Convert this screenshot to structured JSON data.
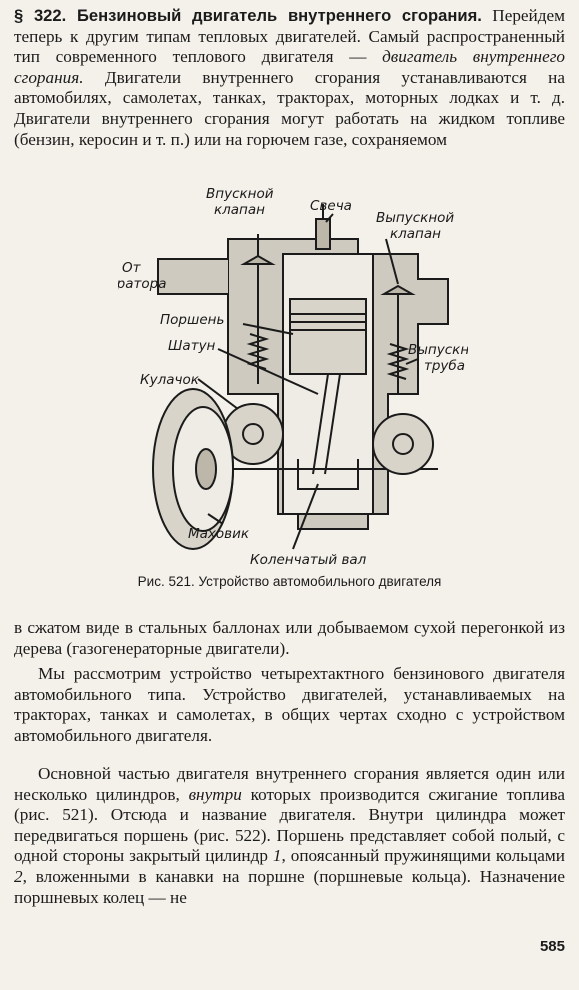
{
  "section": {
    "heading": "§ 322. Бензиновый двигатель внутреннего сгорания.",
    "text_a": " Перейдем теперь к другим типам тепловых двигателей. Самый распространенный тип современного теплового двигателя — ",
    "text_em": "двигатель внутреннего сгорания.",
    "text_b": " Двигатели внутреннего сгорания устанавливаются на автомобилях, самолетах, танках, тракторах, моторных лодках и т. д. Двигатели внутреннего сгорания могут работать на жидком топливе (бензин, керосин и т. п.) или на горючем газе, сохраняемом"
  },
  "figure": {
    "labels": {
      "intake_valve_1": "Впускной",
      "intake_valve_2": "клапан",
      "spark_plug": "Свеча",
      "exhaust_valve_1": "Выпускной",
      "exhaust_valve_2": "клапан",
      "from_carb_1": "От",
      "from_carb_2": "карбюратора",
      "piston": "Поршень",
      "conrod": "Шатун",
      "cam": "Кулачок",
      "exhaust_pipe_1": "Выпускная",
      "exhaust_pipe_2": "труба",
      "flywheel": "Маховик",
      "crankshaft": "Коленчатый вал"
    },
    "caption": "Рис. 521. Устройство автомобильного двигателя"
  },
  "paragraphs": {
    "p2": "в сжатом виде в стальных баллонах или добываемом сухой перегонкой из дерева (газогенераторные двигатели).",
    "p3": "Мы рассмотрим устройство четырехтактного бензинового двигателя автомобильного типа. Устройство двигателей, устанавливаемых на тракторах, танках и самолетах, в общих чертах сходно с устройством автомобильного двигателя.",
    "p4_a": "Основной частью двигателя внутреннего сгорания является один или несколько цилиндров, ",
    "p4_em": "внутри",
    "p4_b": " которых производится сжигание топлива (рис. 521). Отсюда и название двигателя. Внутри цилиндра может передвигаться поршень (рис. 522). Поршень представляет собой полый, с одной стороны закрытый цилиндр ",
    "p4_n1": "1",
    "p4_c": ", опоясанный пружинящими кольцами ",
    "p4_n2": "2",
    "p4_d": ", вложенными в канавки на поршне (поршневые кольца). Назначение поршневых колец — не"
  },
  "page_number": "585"
}
